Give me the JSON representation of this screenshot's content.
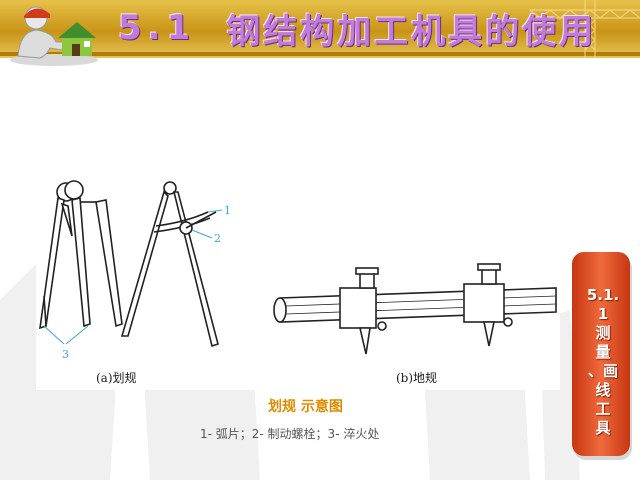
{
  "header": {
    "section_number": "5.1",
    "title": "钢结构加工机具的使用"
  },
  "figure": {
    "label_a": "(a)划规",
    "label_b": "(b)地规",
    "callouts": [
      "1",
      "2",
      "3"
    ],
    "caption": "划规 示意图",
    "legend": "1- 弧片；2- 制动螺栓；3- 淬火处"
  },
  "side_tab": {
    "lines": [
      "5.1.",
      "1",
      "测",
      "量",
      "、画",
      "线",
      "工",
      "具"
    ]
  },
  "colors": {
    "header_gold": "#c99416",
    "title_purple": "#c07cd6",
    "caption_orange": "#e08a00",
    "tab_red": "#e2502a"
  }
}
